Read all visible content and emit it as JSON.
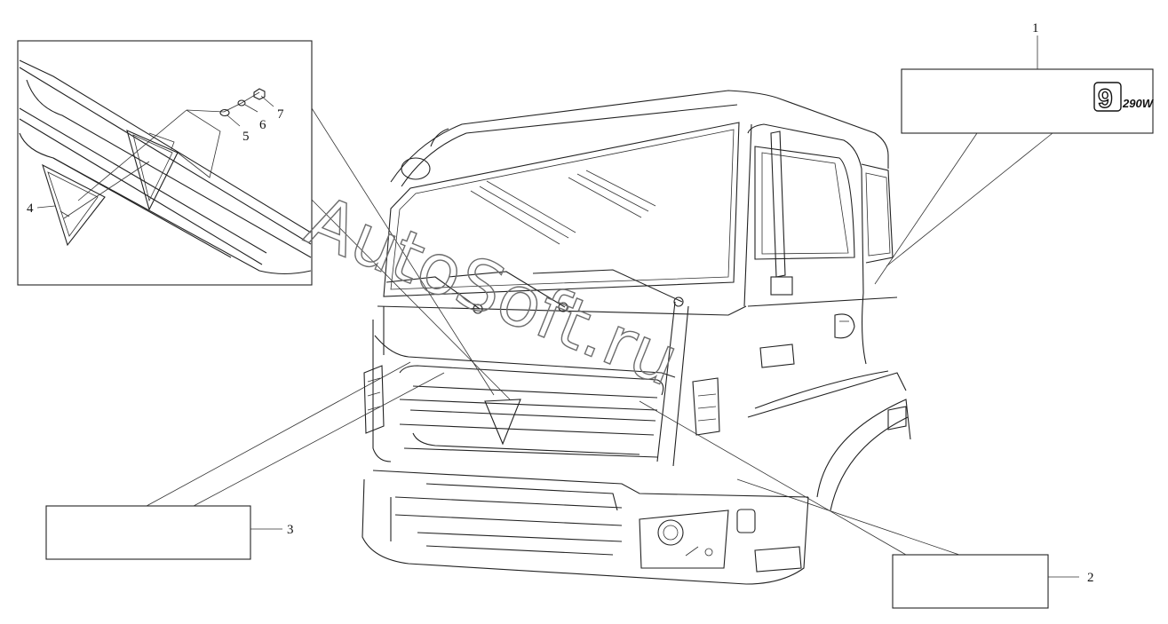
{
  "diagram": {
    "callouts": [
      {
        "id": "1",
        "label": "1"
      },
      {
        "id": "2",
        "label": "2"
      },
      {
        "id": "3",
        "label": "3"
      },
      {
        "id": "4",
        "label": "4"
      },
      {
        "id": "5",
        "label": "5"
      },
      {
        "id": "6",
        "label": "6"
      },
      {
        "id": "7",
        "label": "7"
      }
    ],
    "badge": {
      "numeral": "9",
      "model": "290W"
    },
    "watermark": "AutoSoft.ru"
  },
  "colors": {
    "line": "#222222",
    "watermark": "#6d6d6d",
    "background": "#ffffff"
  }
}
